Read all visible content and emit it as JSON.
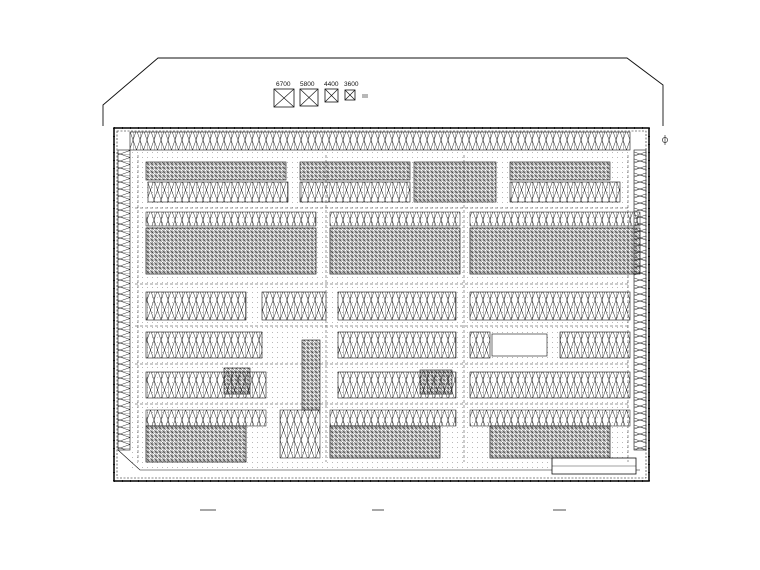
{
  "drawing": {
    "legend": {
      "items": [
        {
          "label": "6700"
        },
        {
          "label": "5800"
        },
        {
          "label": "4400"
        },
        {
          "label": "3600"
        }
      ]
    },
    "colors": {
      "ink": "#1a1a1a",
      "background": "#ffffff"
    },
    "symbols": [
      "north-arrow-icon"
    ]
  }
}
